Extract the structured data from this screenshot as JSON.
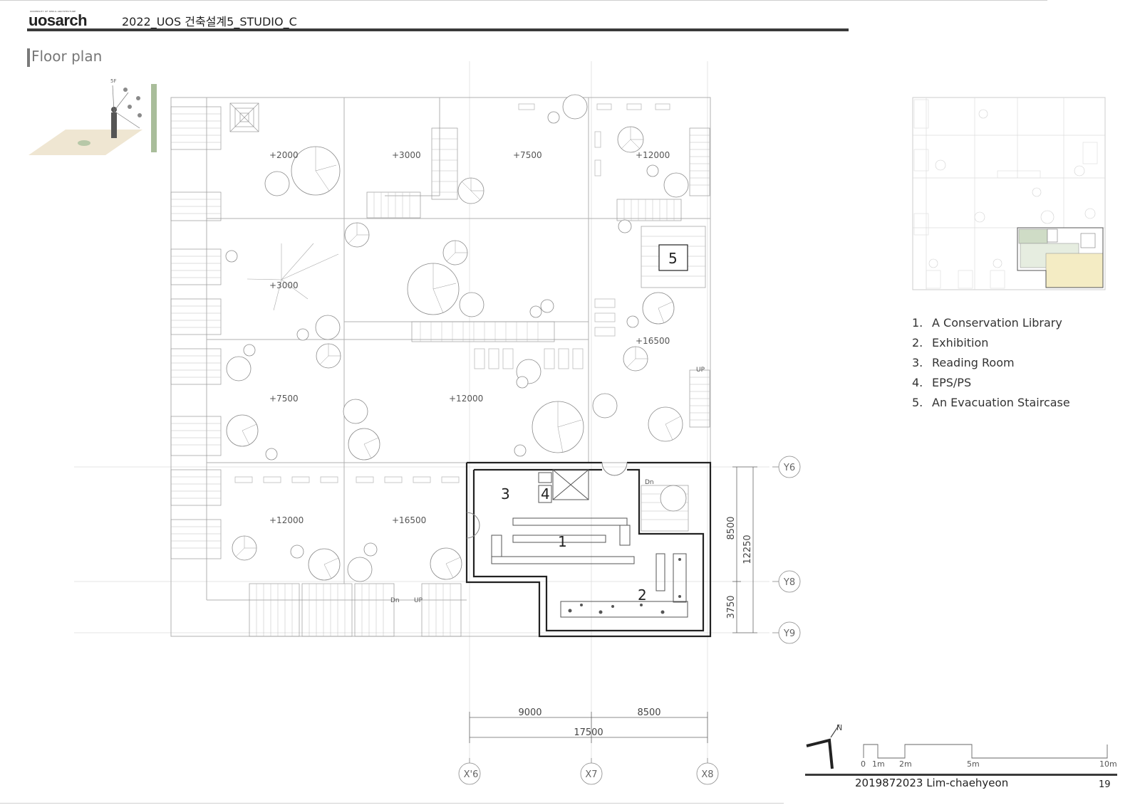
{
  "header": {
    "logo_small": "UNIVERSITY OF SEOUL ARCHITECTURE",
    "logo": "uosarch",
    "course": "2022_UOS 건축설계5_STUDIO_C"
  },
  "section_title": "Floor plan",
  "plan": {
    "elevations": [
      "+2000",
      "+3000",
      "+7500",
      "+12000",
      "+3000",
      "+16500",
      "+7500",
      "+12000",
      "+12000",
      "+16500"
    ],
    "room_numbers": [
      "1",
      "2",
      "3",
      "4",
      "5"
    ],
    "notes": [
      "Dn",
      "Dn",
      "UP",
      "UP"
    ],
    "key_label": "5F",
    "dimensions": {
      "vertical": [
        "8500",
        "3750",
        "12250"
      ],
      "horizontal": [
        "9000",
        "8500",
        "17500"
      ]
    },
    "grid_axes": {
      "rows": [
        "Y6",
        "Y8",
        "Y9"
      ],
      "columns": [
        "X'6",
        "X7",
        "X8"
      ]
    }
  },
  "legend": [
    {
      "num": "1.",
      "label": "A Conservation Library"
    },
    {
      "num": "2.",
      "label": "Exhibition"
    },
    {
      "num": "3.",
      "label": "Reading Room"
    },
    {
      "num": "4.",
      "label": "EPS/PS"
    },
    {
      "num": "5.",
      "label": "An Evacuation Staircase"
    }
  ],
  "scale_bar": {
    "labels": [
      "0",
      "1m",
      "2m",
      "5m",
      "10m"
    ]
  },
  "north_label": "N",
  "footer": {
    "student": "2019872023 Lim-chaehyeon",
    "page": "19"
  },
  "colors": {
    "wall": "#222222",
    "line": "#9a9a9a",
    "light": "#c9c9c9",
    "highlight_yellow": "#f4ecc4",
    "highlight_green": "#cfdcc6",
    "ground": "#efe6d2"
  }
}
